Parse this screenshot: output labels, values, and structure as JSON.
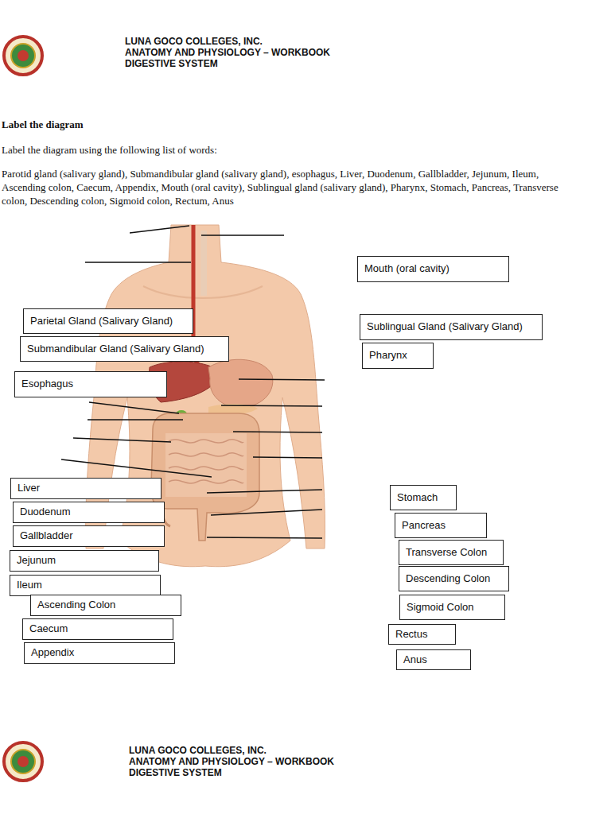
{
  "diagram": {
    "title": "Label the diagram",
    "nodes": [
      {
        "text": [
          "Mouth (oral cavity)"
        ]
      },
      {
        "text": [
          "Parietal Gland (Salivary Gland)"
        ]
      },
      {
        "text": [
          "Sublingual Gland (Salivary Gland)"
        ]
      },
      {
        "text": [
          "Submandibular Gland (Salivary Gland)"
        ]
      },
      {
        "text": [
          "Pharynx"
        ]
      },
      {
        "text": [
          "Esophagus"
        ]
      },
      {
        "text": [
          "Liver"
        ]
      },
      {
        "text": [
          "Stomach"
        ]
      },
      {
        "text": [
          "Duodenum"
        ]
      },
      {
        "text": [
          "Pancreas"
        ]
      },
      {
        "text": [
          "Gallbladder"
        ]
      },
      {
        "text": [
          "Transverse Colon"
        ]
      },
      {
        "text": [
          "Jejunum"
        ]
      },
      {
        "text": [
          "Descending Colon"
        ]
      },
      {
        "text": [
          "Ileum"
        ]
      },
      {
        "text": [
          "Ascending Colon"
        ]
      },
      {
        "text": [
          "Sigmoid Colon"
        ]
      },
      {
        "text": [
          "Caecum"
        ]
      },
      {
        "text": [
          "Rectus"
        ]
      },
      {
        "text": [
          "Appendix"
        ]
      },
      {
        "text": [
          "Anus"
        ]
      }
    ],
    "labels": [
      "LUNA GOCO COLLEGES, INC.",
      "ANATOMY AND PHYSIOLOGY – WORKBOOK",
      "DIGESTIVE SYSTEM",
      "Label the diagram using the following list of words:",
      "Parotid gland (salivary gland), Submandibular gland (salivary gland), esophagus, Liver, Duodenum, Gallbladder, Jejunum, Ileum, Ascending colon, Caecum, Appendix, Mouth (oral cavity), Sublingual gland (salivary gland), Pharynx, Stomach, Pancreas, Transverse colon, Descending colon, Sigmoid colon, Rectum, Anus",
      "LUNA GOCO COLLEGES, INC.",
      "ANATOMY AND PHYSIOLOGY – WORKBOOK",
      "DIGESTIVE SYSTEM"
    ]
  }
}
